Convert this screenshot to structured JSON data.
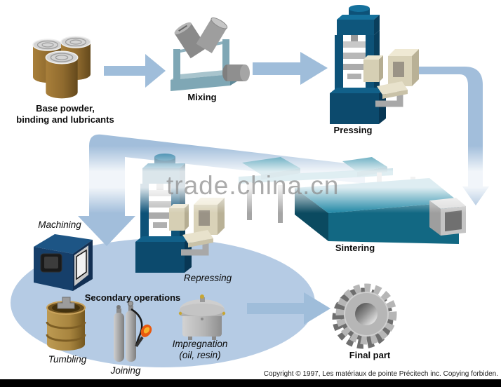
{
  "process": {
    "watermark": "trade.china.cn",
    "copyright": "Copyright © 1997, Les matériaux de pointe Précitech inc. Copying forbiden.",
    "steps": [
      "Base powder, binding and lubricants",
      "Mixing",
      "Pressing",
      "Sintering",
      "Secondary operations",
      "Final part"
    ],
    "secondary_operations": [
      "Machining",
      "Repressing",
      "Tumbling",
      "Joining",
      "Impregnation (oil, resin)"
    ]
  },
  "labels": {
    "base_powder_1": "Base powder,",
    "base_powder_2": "binding and lubricants",
    "mixing": "Mixing",
    "pressing": "Pressing",
    "sintering": "Sintering",
    "machining": "Machining",
    "secondary_operations": "Secondary operations",
    "repressing": "Repressing",
    "tumbling": "Tumbling",
    "joining": "Joining",
    "impregnation_1": "Impregnation",
    "impregnation_2": "(oil, resin)",
    "final_part": "Final part"
  },
  "colors": {
    "arrow_blue": "#9fbdda",
    "ellipse_blue": "#b5cbe4",
    "press_blue": "#0d5278",
    "navy_machine": "#163f6a",
    "furnace_teal": "#1f87a5",
    "console_beige": "#d9d2b8",
    "can_brown": "#8f6a2e",
    "flame_orange": "#e8590f",
    "gear_gray": "#b6b6b6",
    "watermark_gray": "#8c8c8c"
  }
}
